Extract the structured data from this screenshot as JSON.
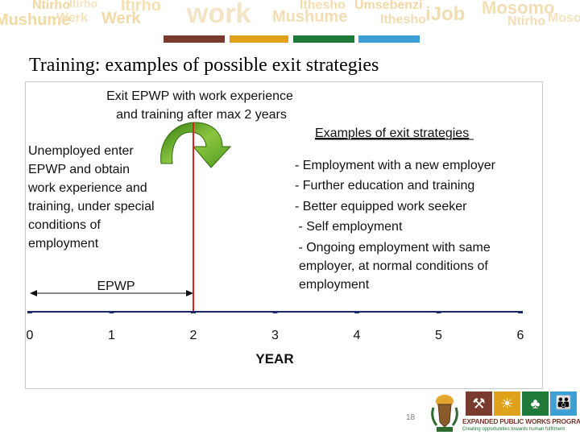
{
  "banner": {
    "words": [
      "Ntirho",
      "Itirho",
      "Werk",
      "work",
      "Mushume",
      "Umsebenzi",
      "Ithesho",
      "iJob",
      "Mosomo",
      "Ntirho",
      "Mushume",
      "Ithesho",
      "Werk",
      "Itirho",
      "Mosomo"
    ],
    "colors": {
      "brown": "#7a3b2e",
      "gold": "#e0a11b",
      "green": "#1f7a3a",
      "blue": "#3aa0d6"
    }
  },
  "slide": {
    "title": "Training: examples of possible exit strategies",
    "page_number": "18"
  },
  "diagram": {
    "exit_label": [
      "Exit EPWP with work experience",
      "and training after max 2 years"
    ],
    "left_text": [
      "Unemployed enter",
      "EPWP and obtain",
      "work experience and",
      "training, under special",
      "conditions of",
      "employment"
    ],
    "examples_title": "Examples of exit strategies",
    "examples": [
      [
        "- Employment with a new employer"
      ],
      [
        "- Further education and training"
      ],
      [
        "- Better equipped work seeker"
      ],
      [
        " - Self employment"
      ],
      [
        " - Ongoing employment with same",
        "employer, at normal conditions of",
        "employment"
      ]
    ],
    "epwp_label": "EPWP",
    "axis_ticks": [
      "0",
      "1",
      "2",
      "3",
      "4",
      "5",
      "6"
    ],
    "axis_title": "YEAR",
    "exit_year": 2,
    "colors": {
      "exit_line": "#e02020",
      "arrow": "#6ab023",
      "axis": "#1a2a6c"
    }
  },
  "footer": {
    "programme_name": "EXPANDED PUBLIC WORKS PROGRAMME",
    "tagline": "Creating opportunities towards human fulfilment"
  }
}
